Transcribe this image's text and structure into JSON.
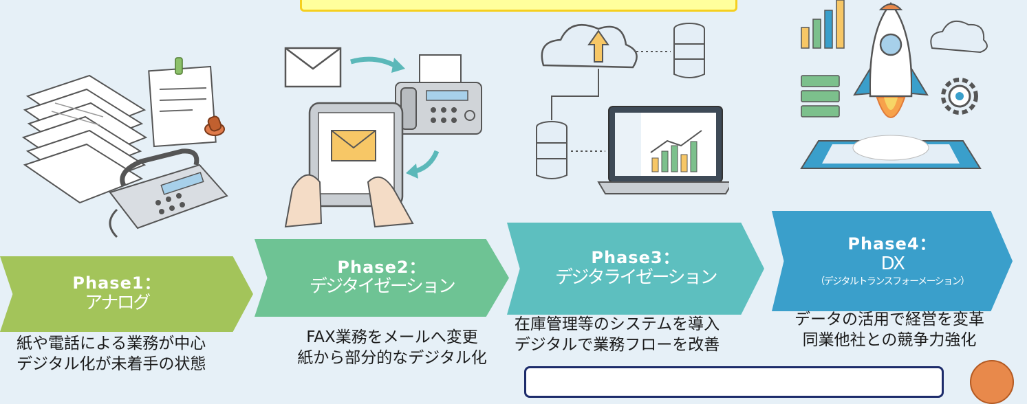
{
  "phases": [
    {
      "name": "Phase1：",
      "sub": "アナログ",
      "note": "",
      "desc": [
        "紙や電話による業務が中心",
        "デジタル化が未着手の状態"
      ]
    },
    {
      "name": "Phase2：",
      "sub": "デジタイゼーション",
      "note": "",
      "desc": [
        "FAX業務をメールへ変更",
        "紙から部分的なデジタル化"
      ]
    },
    {
      "name": "Phase3：",
      "sub": "デジタライゼーション",
      "note": "",
      "desc": [
        "在庫管理等のシステムを導入",
        "デジタルで業務フローを改善"
      ]
    },
    {
      "name": "Phase4：",
      "sub": "DX",
      "note": "（デジタルトランスフォーメーション）",
      "desc": [
        "データの活用で経営を変革",
        "同業他社との競争力強化"
      ]
    }
  ],
  "icons": {
    "phase1": [
      "paper-stack-icon",
      "document-icon",
      "stamp-icon",
      "telephone-icon"
    ],
    "phase2": [
      "envelope-icon",
      "arrow-icon",
      "fax-icon",
      "tablet-icon",
      "hand-icon"
    ],
    "phase3": [
      "cloud-upload-icon",
      "database-icon",
      "laptop-icon",
      "chart-icon"
    ],
    "phase4": [
      "bar-chart-icon",
      "rocket-icon",
      "cloud-icon",
      "server-icon",
      "gear-icon"
    ]
  },
  "colors": {
    "background": "#e6f0f7",
    "phase1": "#a3c45a",
    "phase2": "#6ec394",
    "phase3": "#5dbfbf",
    "phase4": "#3a9fcb",
    "banner_fill": "#ffff9c",
    "banner_border": "#f5cf1f",
    "box_border": "#1d2c6b"
  }
}
